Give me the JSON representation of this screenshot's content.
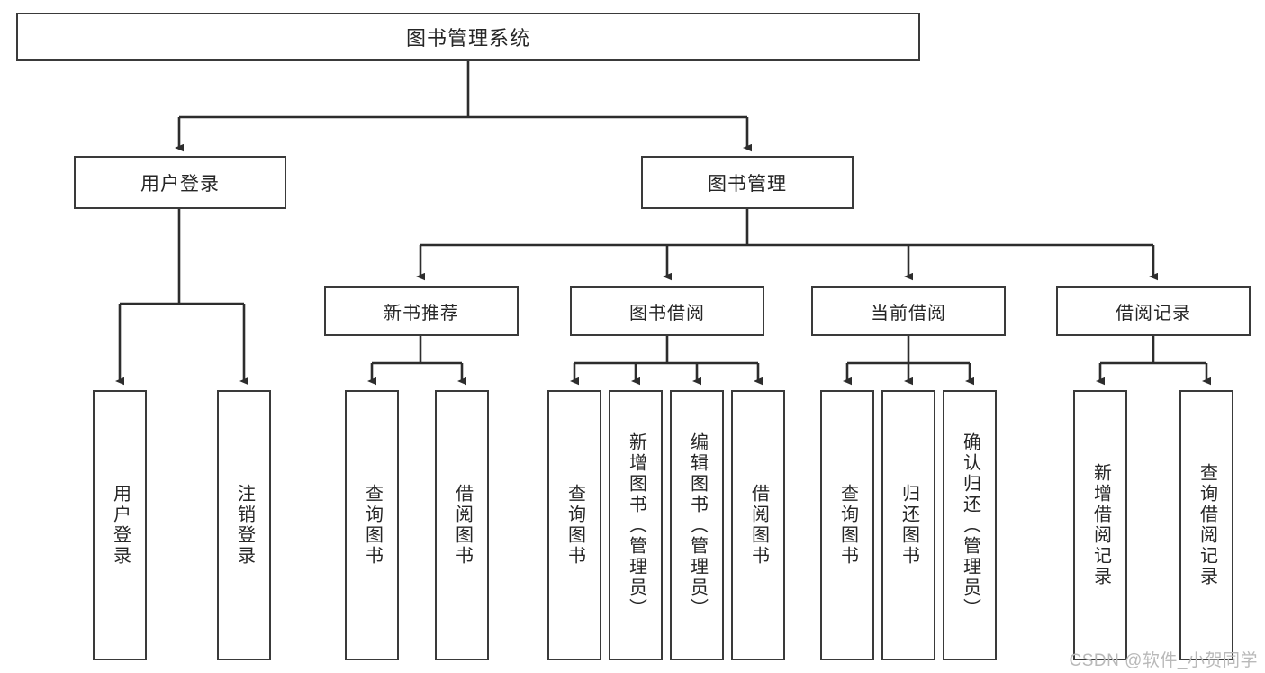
{
  "diagram": {
    "title": "图书管理系统",
    "type": "tree",
    "watermark": "CSDN @软件_小贺同学",
    "root": {
      "id": "root",
      "label": "图书管理系统"
    },
    "level1": [
      {
        "id": "login",
        "label": "用户登录"
      },
      {
        "id": "bookmgmt",
        "label": "图书管理"
      }
    ],
    "level2": [
      {
        "id": "newbook",
        "label": "新书推荐",
        "parent": "bookmgmt"
      },
      {
        "id": "borrow",
        "label": "图书借阅",
        "parent": "bookmgmt"
      },
      {
        "id": "current",
        "label": "当前借阅",
        "parent": "bookmgmt"
      },
      {
        "id": "record",
        "label": "借阅记录",
        "parent": "bookmgmt"
      }
    ],
    "leaves": [
      {
        "id": "leaf1",
        "label": "用户登录",
        "parent": "login"
      },
      {
        "id": "leaf2",
        "label": "注销登录",
        "parent": "login"
      },
      {
        "id": "leaf3",
        "label": "查询图书",
        "parent": "newbook"
      },
      {
        "id": "leaf4",
        "label": "借阅图书",
        "parent": "newbook"
      },
      {
        "id": "leaf5",
        "label": "查询图书",
        "parent": "borrow"
      },
      {
        "id": "leaf6",
        "label": "新增图书（管理员）",
        "parent": "borrow"
      },
      {
        "id": "leaf7",
        "label": "编辑图书（管理员）",
        "parent": "borrow"
      },
      {
        "id": "leaf8",
        "label": "借阅图书",
        "parent": "borrow"
      },
      {
        "id": "leaf9",
        "label": "查询图书",
        "parent": "current"
      },
      {
        "id": "leaf10",
        "label": "归还图书",
        "parent": "current"
      },
      {
        "id": "leaf11",
        "label": "确认归还（管理员）",
        "parent": "current"
      },
      {
        "id": "leaf12",
        "label": "新增借阅记录",
        "parent": "record"
      },
      {
        "id": "leaf13",
        "label": "查询借阅记录",
        "parent": "record"
      }
    ],
    "colors": {
      "border": "#3a3a3a",
      "fill": "#ffffff",
      "edge": "#2d2d2d",
      "text": "#262626",
      "watermark": "#b9b9b9"
    }
  }
}
